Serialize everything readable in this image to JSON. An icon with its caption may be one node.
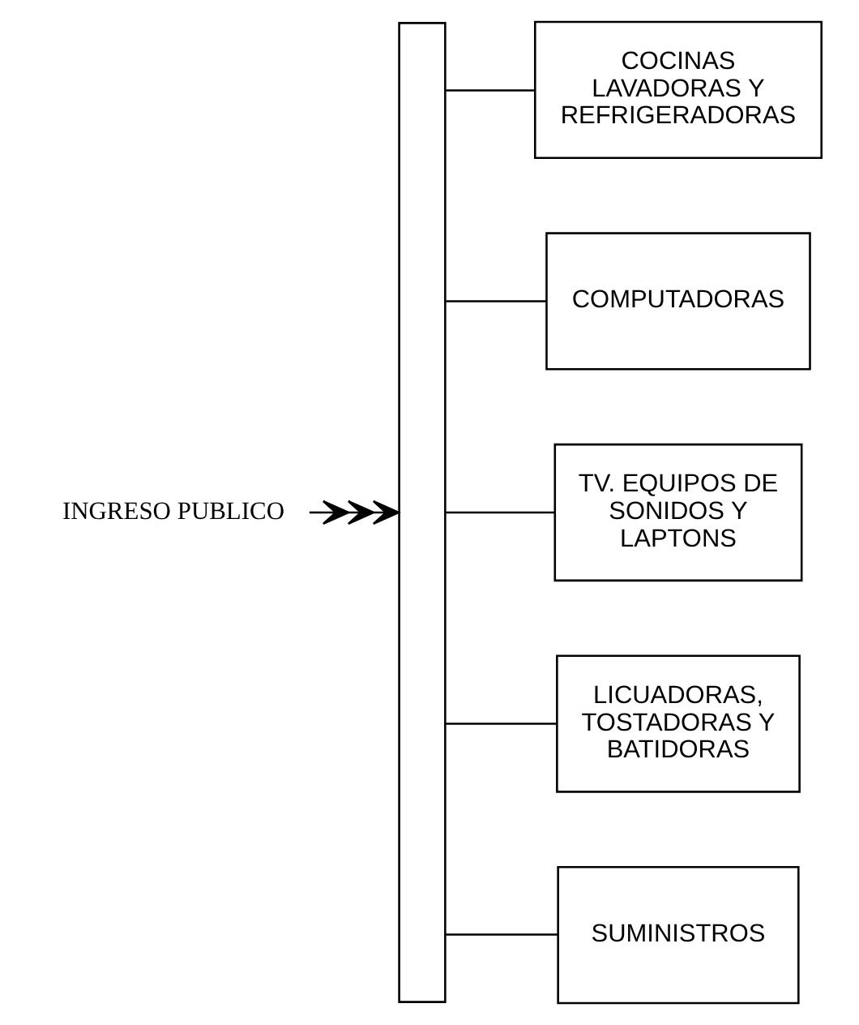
{
  "diagram": {
    "nodes": [
      {
        "text": [
          "INGRESO PUBLICO"
        ]
      },
      {
        "text": [],
        "shape": "bar"
      },
      {
        "text": [
          "COCINAS LAVADORAS Y REFRIGERADORAS"
        ]
      },
      {
        "text": [
          "COMPUTADORAS"
        ]
      },
      {
        "text": [
          "TV. EQUIPOS DE SONIDOS Y LAPTONS"
        ]
      },
      {
        "text": [
          "LICUADORAS, TOSTADORAS Y BATIDORAS"
        ]
      },
      {
        "text": [
          "SUMINISTROS"
        ]
      }
    ],
    "edges": [
      {
        "from": 0,
        "to": 1,
        "arrow": "to"
      },
      {
        "from": 1,
        "to": 2,
        "arrow": "none"
      },
      {
        "from": 1,
        "to": 3,
        "arrow": "none"
      },
      {
        "from": 1,
        "to": 4,
        "arrow": "none"
      },
      {
        "from": 1,
        "to": 5,
        "arrow": "none"
      },
      {
        "from": 1,
        "to": 6,
        "arrow": "none"
      }
    ]
  }
}
